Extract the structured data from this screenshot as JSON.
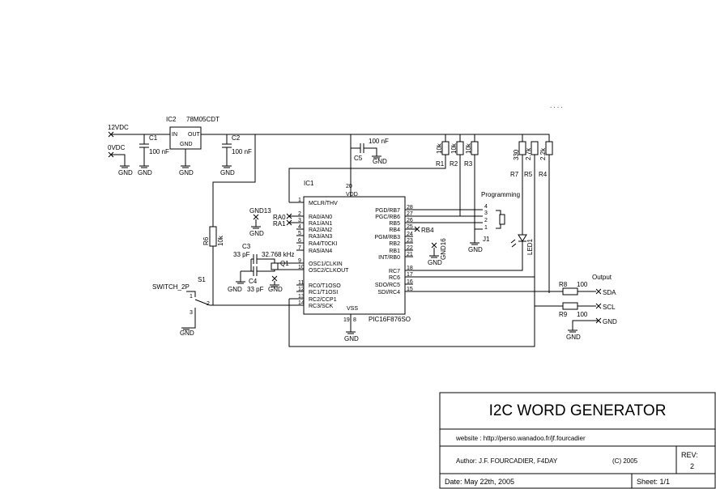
{
  "regulator": {
    "ref": "IC2",
    "part": "78M05CDT",
    "pin_in": "IN",
    "pin_out": "OUT",
    "pin_gnd": "GND"
  },
  "power": {
    "v12": "12VDC",
    "v0": "0VDC"
  },
  "caps": {
    "c1": {
      "ref": "C1",
      "value": "100 nF"
    },
    "c2": {
      "ref": "C2",
      "value": "100 nF"
    },
    "c5": {
      "ref": "C5",
      "value": "100 nF"
    },
    "c3": {
      "ref": "C3",
      "value": "33 pF"
    },
    "c4": {
      "ref": "C4",
      "value": "33 pF"
    }
  },
  "crystal": {
    "ref": "Q1",
    "value": "32.768 kHz"
  },
  "resistors": {
    "r1": {
      "ref": "R1",
      "value": "10k"
    },
    "r2": {
      "ref": "R2",
      "value": "10k"
    },
    "r3": {
      "ref": "R3",
      "value": "10k"
    },
    "r4": {
      "ref": "R4",
      "value": "2.2k"
    },
    "r5": {
      "ref": "R5",
      "value": "2.7k"
    },
    "r6": {
      "ref": "R6",
      "value": "10k"
    },
    "r7": {
      "ref": "R7",
      "value": "330"
    },
    "r8": {
      "ref": "R8",
      "value": "100"
    },
    "r9": {
      "ref": "R9",
      "value": "100"
    }
  },
  "mcu": {
    "ref": "IC1",
    "part": "PIC16F876SO",
    "vdd": "VDD",
    "vss": "VSS",
    "vdd_pin": "20",
    "vss_pins": [
      "19",
      "8"
    ],
    "left_pins": [
      {
        "num": "1",
        "name": "MCLR/THV"
      },
      {
        "num": "2",
        "name": "RA0/AN0"
      },
      {
        "num": "3",
        "name": "RA1/AN1"
      },
      {
        "num": "4",
        "name": "RA2/AN2"
      },
      {
        "num": "5",
        "name": "RA3/AN3"
      },
      {
        "num": "6",
        "name": "RA4/T0CKI"
      },
      {
        "num": "7",
        "name": "RA5/AN4"
      },
      {
        "num": "9",
        "name": "OSC1/CLKIN"
      },
      {
        "num": "10",
        "name": "OSC2/CLKOUT"
      },
      {
        "num": "11",
        "name": "RC0/T1OSO"
      },
      {
        "num": "12",
        "name": "RC1/T1OSI"
      },
      {
        "num": "13",
        "name": "RC2/CCP1"
      },
      {
        "num": "14",
        "name": "RC3/SCK"
      }
    ],
    "right_pins": [
      {
        "num": "28",
        "name": "PGD/RB7"
      },
      {
        "num": "27",
        "name": "PGC/RB6"
      },
      {
        "num": "26",
        "name": "RB5"
      },
      {
        "num": "25",
        "name": "RB4"
      },
      {
        "num": "24",
        "name": "PGM/RB3"
      },
      {
        "num": "23",
        "name": "RB2"
      },
      {
        "num": "22",
        "name": "RB1"
      },
      {
        "num": "21",
        "name": "INT/RB0"
      },
      {
        "num": "18",
        "name": "RC7"
      },
      {
        "num": "17",
        "name": "RC6"
      },
      {
        "num": "16",
        "name": "SDO/RC5"
      },
      {
        "num": "15",
        "name": "SDI/RC4"
      }
    ]
  },
  "labels": {
    "gnd": "GND",
    "gnd13": "GND13",
    "gnd16": "GND16",
    "ra0": "RA0",
    "ra1": "RA1",
    "rb4": "RB4",
    "programming": "Programming",
    "j1": "J1",
    "led": "LED1",
    "switch": "SWITCH_2P",
    "s1": "S1",
    "output": "Output",
    "sda": "SDA",
    "scl": "SCL",
    "dots": ". . . .",
    "sw_pins": [
      "1",
      "2",
      "3"
    ],
    "j1_pins": [
      "4",
      "3",
      "2",
      "1"
    ]
  },
  "title_block": {
    "title": "I2C WORD GENERATOR",
    "website": "website : http://perso.wanadoo.fr/jf.fourcadier",
    "author": "Author: J.F. FOURCADIER,  F4DAY",
    "copyright": "(C) 2005",
    "rev_label": "REV:",
    "rev_value": "2",
    "date": "Date:  May 22th, 2005",
    "sheet": "Sheet:  1/1"
  }
}
